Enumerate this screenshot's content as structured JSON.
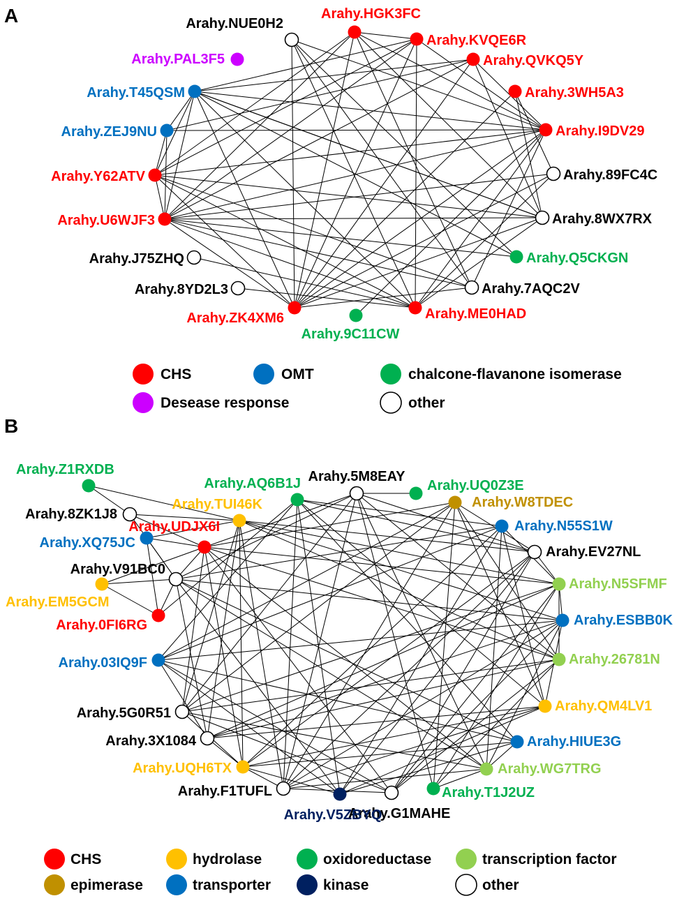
{
  "panelA": {
    "label": "A",
    "nodes": [
      {
        "id": "a1",
        "name": "Arahy.HGK3FC",
        "cat": "chs"
      },
      {
        "id": "a2",
        "name": "Arahy.KVQE6R",
        "cat": "chs"
      },
      {
        "id": "a3",
        "name": "Arahy.QVKQ5Y",
        "cat": "chs"
      },
      {
        "id": "a4",
        "name": "Arahy.3WH5A3",
        "cat": "chs"
      },
      {
        "id": "a5",
        "name": "Arahy.I9DV29",
        "cat": "chs"
      },
      {
        "id": "a6",
        "name": "Arahy.89FC4C",
        "cat": "other"
      },
      {
        "id": "a7",
        "name": "Arahy.8WX7RX",
        "cat": "other"
      },
      {
        "id": "a8",
        "name": "Arahy.Q5CKGN",
        "cat": "chi"
      },
      {
        "id": "a9",
        "name": "Arahy.7AQC2V",
        "cat": "other"
      },
      {
        "id": "a10",
        "name": "Arahy.ME0HAD",
        "cat": "chs"
      },
      {
        "id": "a11",
        "name": "Arahy.9C11CW",
        "cat": "chi"
      },
      {
        "id": "a12",
        "name": "Arahy.ZK4XM6",
        "cat": "chs"
      },
      {
        "id": "a13",
        "name": "Arahy.8YD2L3",
        "cat": "other"
      },
      {
        "id": "a14",
        "name": "Arahy.J75ZHQ",
        "cat": "other"
      },
      {
        "id": "a15",
        "name": "Arahy.U6WJF3",
        "cat": "chs"
      },
      {
        "id": "a16",
        "name": "Arahy.Y62ATV",
        "cat": "chs"
      },
      {
        "id": "a17",
        "name": "Arahy.ZEJ9NU",
        "cat": "omt"
      },
      {
        "id": "a18",
        "name": "Arahy.T45QSM",
        "cat": "omt"
      },
      {
        "id": "a19",
        "name": "Arahy.PAL3F5",
        "cat": "disease"
      },
      {
        "id": "a20",
        "name": "Arahy.NUE0H2",
        "cat": "other"
      }
    ],
    "edges": [
      [
        "a20",
        "a12"
      ],
      [
        "a20",
        "a10"
      ],
      [
        "a20",
        "a9"
      ],
      [
        "a20",
        "a8"
      ],
      [
        "a20",
        "a5"
      ],
      [
        "a1",
        "a2"
      ],
      [
        "a1",
        "a16"
      ],
      [
        "a1",
        "a15"
      ],
      [
        "a1",
        "a12"
      ],
      [
        "a1",
        "a9"
      ],
      [
        "a1",
        "a5"
      ],
      [
        "a1",
        "a7"
      ],
      [
        "a2",
        "a5"
      ],
      [
        "a2",
        "a15"
      ],
      [
        "a2",
        "a10"
      ],
      [
        "a2",
        "a16"
      ],
      [
        "a2",
        "a12"
      ],
      [
        "a2",
        "a18"
      ],
      [
        "a3",
        "a18"
      ],
      [
        "a3",
        "a15"
      ],
      [
        "a3",
        "a12"
      ],
      [
        "a3",
        "a5"
      ],
      [
        "a3",
        "a17"
      ],
      [
        "a3",
        "a7"
      ],
      [
        "a4",
        "a7"
      ],
      [
        "a4",
        "a12"
      ],
      [
        "a4",
        "a6"
      ],
      [
        "a5",
        "a18"
      ],
      [
        "a5",
        "a17"
      ],
      [
        "a5",
        "a16"
      ],
      [
        "a5",
        "a15"
      ],
      [
        "a5",
        "a12"
      ],
      [
        "a5",
        "a9"
      ],
      [
        "a5",
        "a11"
      ],
      [
        "a5",
        "a10"
      ],
      [
        "a6",
        "a15"
      ],
      [
        "a6",
        "a12"
      ],
      [
        "a6",
        "a10"
      ],
      [
        "a7",
        "a16"
      ],
      [
        "a7",
        "a15"
      ],
      [
        "a7",
        "a12"
      ],
      [
        "a7",
        "a10"
      ],
      [
        "a7",
        "a18"
      ],
      [
        "a8",
        "a15"
      ],
      [
        "a8",
        "a18"
      ],
      [
        "a9",
        "a16"
      ],
      [
        "a9",
        "a12"
      ],
      [
        "a9",
        "a15"
      ],
      [
        "a10",
        "a18"
      ],
      [
        "a10",
        "a16"
      ],
      [
        "a10",
        "a15"
      ],
      [
        "a10",
        "a13"
      ],
      [
        "a12",
        "a18"
      ],
      [
        "a12",
        "a16"
      ],
      [
        "a12",
        "a15"
      ],
      [
        "a14",
        "a10"
      ],
      [
        "a15",
        "a18"
      ],
      [
        "a15",
        "a17"
      ],
      [
        "a15",
        "a16"
      ],
      [
        "a16",
        "a18"
      ],
      [
        "a16",
        "a17"
      ],
      [
        "a17",
        "a18"
      ],
      [
        "a18",
        "a7"
      ]
    ],
    "legend": [
      {
        "label": "CHS",
        "cat": "chs"
      },
      {
        "label": "OMT",
        "cat": "omt"
      },
      {
        "label": "chalcone-flavanone isomerase",
        "cat": "chi"
      },
      {
        "label": "Desease response",
        "cat": "disease"
      },
      {
        "label": "other",
        "cat": "other"
      }
    ]
  },
  "panelB": {
    "label": "B",
    "nodes": [
      {
        "id": "b1",
        "name": "Arahy.5M8EAY",
        "cat": "other"
      },
      {
        "id": "b2",
        "name": "Arahy.UQ0Z3E",
        "cat": "oxido"
      },
      {
        "id": "b3",
        "name": "Arahy.W8TDEC",
        "cat": "epi"
      },
      {
        "id": "b4",
        "name": "Arahy.N55S1W",
        "cat": "trans"
      },
      {
        "id": "b5",
        "name": "Arahy.EV27NL",
        "cat": "other"
      },
      {
        "id": "b6",
        "name": "Arahy.N5SFMF",
        "cat": "tf"
      },
      {
        "id": "b7",
        "name": "Arahy.ESBB0K",
        "cat": "trans"
      },
      {
        "id": "b8",
        "name": "Arahy.26781N",
        "cat": "tf"
      },
      {
        "id": "b9",
        "name": "Arahy.QM4LV1",
        "cat": "hydro"
      },
      {
        "id": "b10",
        "name": "Arahy.HIUE3G",
        "cat": "trans"
      },
      {
        "id": "b11",
        "name": "Arahy.WG7TRG",
        "cat": "tf"
      },
      {
        "id": "b12",
        "name": "Arahy.T1J2UZ",
        "cat": "oxido"
      },
      {
        "id": "b13",
        "name": "Arahy.G1MAHE",
        "cat": "other"
      },
      {
        "id": "b14",
        "name": "Arahy.V5ZBYQ",
        "cat": "kinase"
      },
      {
        "id": "b15",
        "name": "Arahy.F1TUFL",
        "cat": "other"
      },
      {
        "id": "b16",
        "name": "Arahy.UQH6TX",
        "cat": "hydro"
      },
      {
        "id": "b17",
        "name": "Arahy.3X1084",
        "cat": "other"
      },
      {
        "id": "b18",
        "name": "Arahy.5G0R51",
        "cat": "other"
      },
      {
        "id": "b19",
        "name": "Arahy.03IQ9F",
        "cat": "trans"
      },
      {
        "id": "b20",
        "name": "Arahy.0FI6RG",
        "cat": "chs"
      },
      {
        "id": "b21",
        "name": "Arahy.EM5GCM",
        "cat": "hydro"
      },
      {
        "id": "b22",
        "name": "Arahy.V91BC0",
        "cat": "other"
      },
      {
        "id": "b23",
        "name": "Arahy.UDJX6I",
        "cat": "chs"
      },
      {
        "id": "b24",
        "name": "Arahy.XQ75JC",
        "cat": "trans"
      },
      {
        "id": "b25",
        "name": "Arahy.TUI46K",
        "cat": "hydro"
      },
      {
        "id": "b26",
        "name": "Arahy.8ZK1J8",
        "cat": "other"
      },
      {
        "id": "b27",
        "name": "Arahy.Z1RXDB",
        "cat": "oxido"
      },
      {
        "id": "b28",
        "name": "Arahy.AQ6B1J",
        "cat": "oxido"
      }
    ],
    "legend": [
      {
        "label": "CHS",
        "cat": "chs"
      },
      {
        "label": "hydrolase",
        "cat": "hydro"
      },
      {
        "label": "oxidoreductase",
        "cat": "oxido"
      },
      {
        "label": "transcription factor",
        "cat": "tf"
      },
      {
        "label": "epimerase",
        "cat": "epi"
      },
      {
        "label": "transporter",
        "cat": "trans"
      },
      {
        "label": "kinase",
        "cat": "kinase"
      },
      {
        "label": "other",
        "cat": "other"
      }
    ]
  },
  "colors": {
    "chs": "#ff0000",
    "omt": "#0070c0",
    "chi": "#00b050",
    "disease": "#cc00ff",
    "other": "#ffffff",
    "hydro": "#ffc000",
    "oxido": "#00b050",
    "tf": "#92d050",
    "epi": "#c09000",
    "trans": "#0070c0",
    "kinase": "#002060",
    "text_other": "#000000"
  }
}
